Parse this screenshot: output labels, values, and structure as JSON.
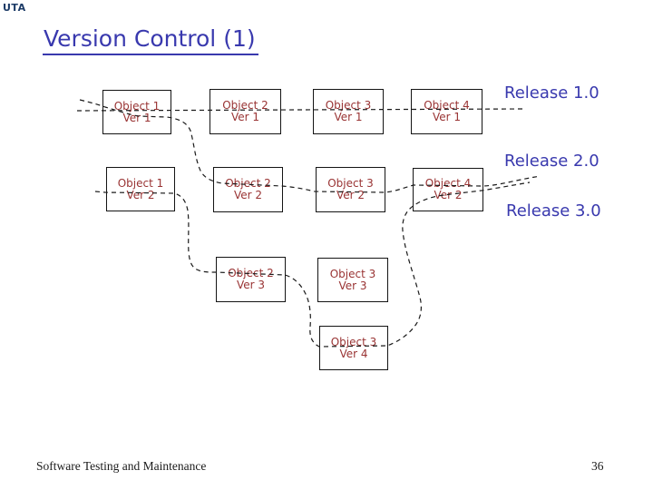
{
  "slide": {
    "logo": "UTA",
    "title": "Version Control (1)",
    "footer_left": "Software Testing and Maintenance",
    "page_number": "36"
  },
  "releases": [
    {
      "label": "Release 1.0",
      "thread": [
        "Object 1 Ver 1",
        "Object 2 Ver 1",
        "Object 3 Ver 1",
        "Object 4 Ver 1"
      ]
    },
    {
      "label": "Release 2.0",
      "thread": [
        "Object 1 Ver 1",
        "Object 2 Ver 2",
        "Object 3 Ver 2",
        "Object 4 Ver 2"
      ]
    },
    {
      "label": "Release 3.0",
      "thread": [
        "Object 1 Ver 2",
        "Object 2 Ver 3",
        "Object 3 Ver 4",
        "Object 4 Ver 2"
      ]
    }
  ],
  "boxes": [
    {
      "object": "Object 1",
      "version": "Ver 1"
    },
    {
      "object": "Object 2",
      "version": "Ver 1"
    },
    {
      "object": "Object 3",
      "version": "Ver 1"
    },
    {
      "object": "Object 4",
      "version": "Ver 1"
    },
    {
      "object": "Object 1",
      "version": "Ver 2"
    },
    {
      "object": "Object 2",
      "version": "Ver 2"
    },
    {
      "object": "Object 3",
      "version": "Ver 2"
    },
    {
      "object": "Object 4",
      "version": "Ver 2"
    },
    {
      "object": "Object 2",
      "version": "Ver 3"
    },
    {
      "object": "Object 3",
      "version": "Ver 3"
    },
    {
      "object": "Object 3",
      "version": "Ver 4"
    }
  ],
  "colors": {
    "title_blue": "#3939ae",
    "label_blue": "#3939ae",
    "box_text_red": "#993333",
    "line_black": "#1a1a1a",
    "logo_navy": "#1b3a66"
  }
}
